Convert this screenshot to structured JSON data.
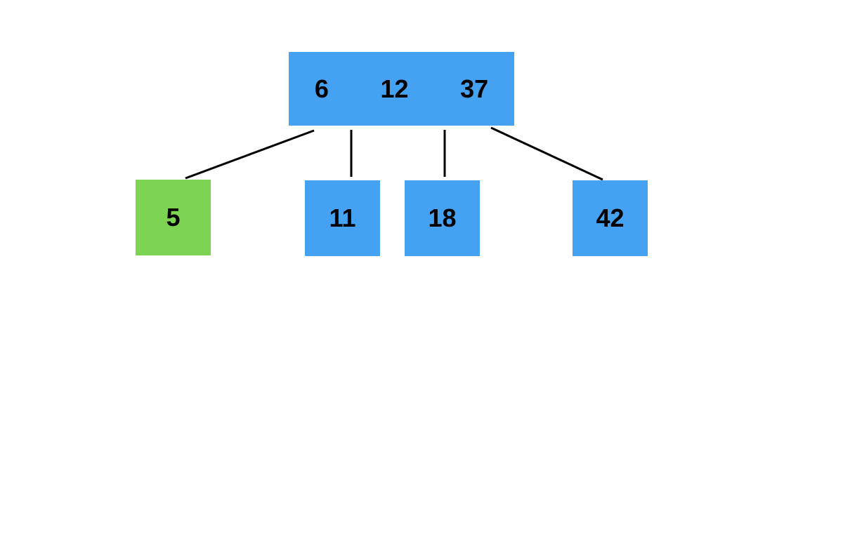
{
  "colors": {
    "background": "#ffffff",
    "blue_node": "#45a1f2",
    "green_node": "#7dd452",
    "edge": "#000000",
    "text": "#000000"
  },
  "tree": {
    "type": "b-tree",
    "root": {
      "keys": [
        "6",
        "12",
        "37"
      ],
      "color": "blue"
    },
    "children": [
      {
        "value": "5",
        "color": "green"
      },
      {
        "value": "11",
        "color": "blue"
      },
      {
        "value": "18",
        "color": "blue"
      },
      {
        "value": "42",
        "color": "blue"
      }
    ],
    "edges": [
      {
        "from": "root",
        "to": "child-0"
      },
      {
        "from": "root",
        "to": "child-1"
      },
      {
        "from": "root",
        "to": "child-2"
      },
      {
        "from": "root",
        "to": "child-3"
      }
    ]
  }
}
